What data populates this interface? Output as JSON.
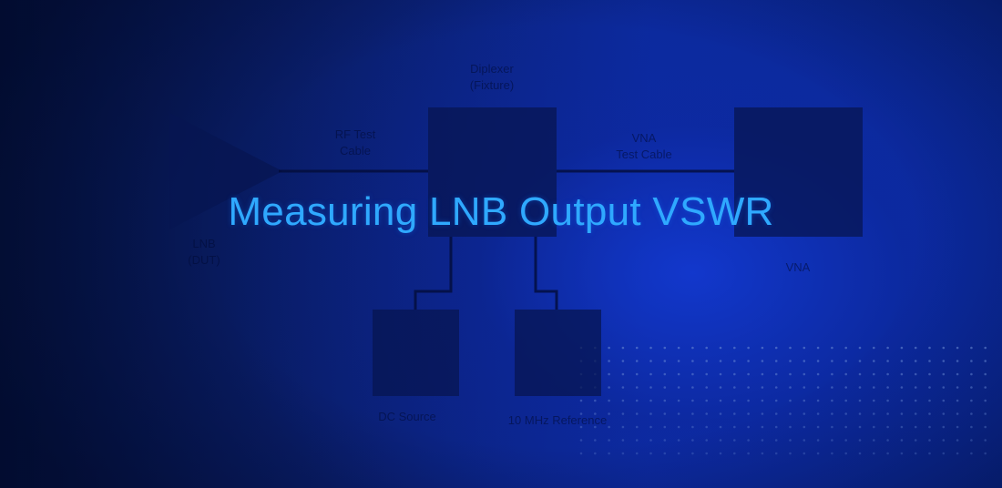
{
  "title": "Measuring LNB Output VSWR",
  "diagram": {
    "lnb_label_line1": "LNB",
    "lnb_label_line2": "(DUT)",
    "rf_cable_line1": "RF Test",
    "rf_cable_line2": "Cable",
    "diplexer_line1": "Diplexer",
    "diplexer_line2": "(Fixture)",
    "vna_cable_line1": "VNA",
    "vna_cable_line2": "Test Cable",
    "vna_label": "VNA",
    "dc_source_label": "DC Source",
    "ref_label": "10 MHz Reference"
  },
  "colors": {
    "title": "#2fa9ff",
    "background": "#0b1d6e"
  }
}
